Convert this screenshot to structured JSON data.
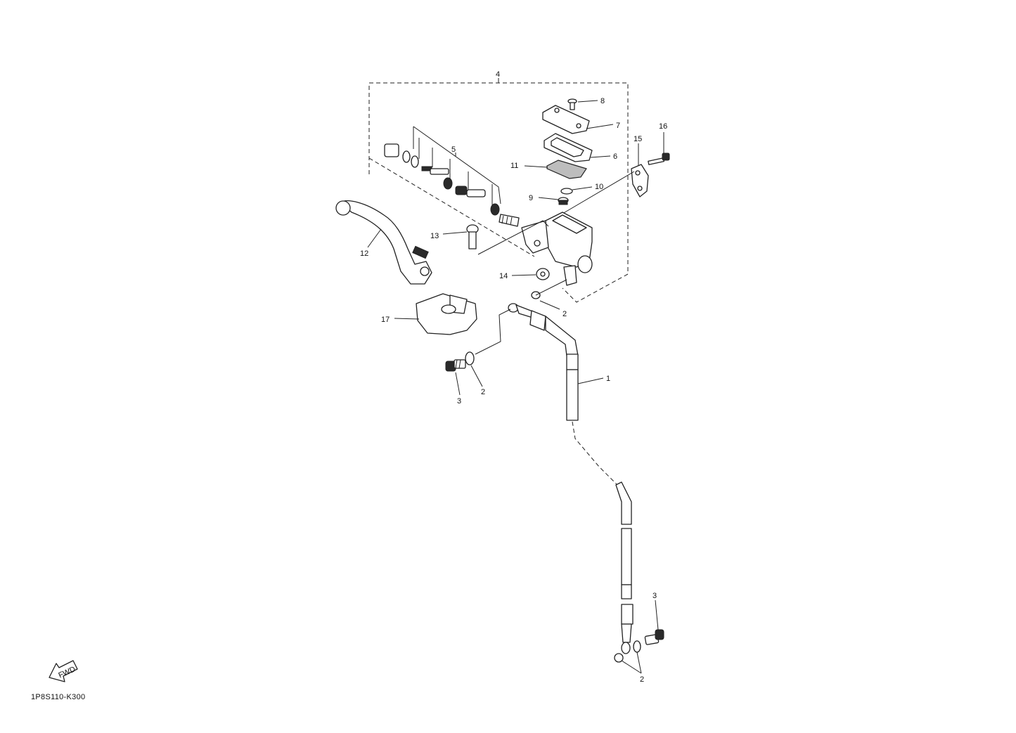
{
  "diagram": {
    "code": "1P8S110-K300",
    "fwd_marker": "FWD",
    "callouts": {
      "c1": "1",
      "c2a": "2",
      "c2b": "2",
      "c2c": "2",
      "c3a": "3",
      "c3b": "3",
      "c4": "4",
      "c5": "5",
      "c6": "6",
      "c7": "7",
      "c8": "8",
      "c9": "9",
      "c10": "10",
      "c11": "11",
      "c12": "12",
      "c13": "13",
      "c14": "14",
      "c15": "15",
      "c16": "16",
      "c17": "17"
    }
  }
}
